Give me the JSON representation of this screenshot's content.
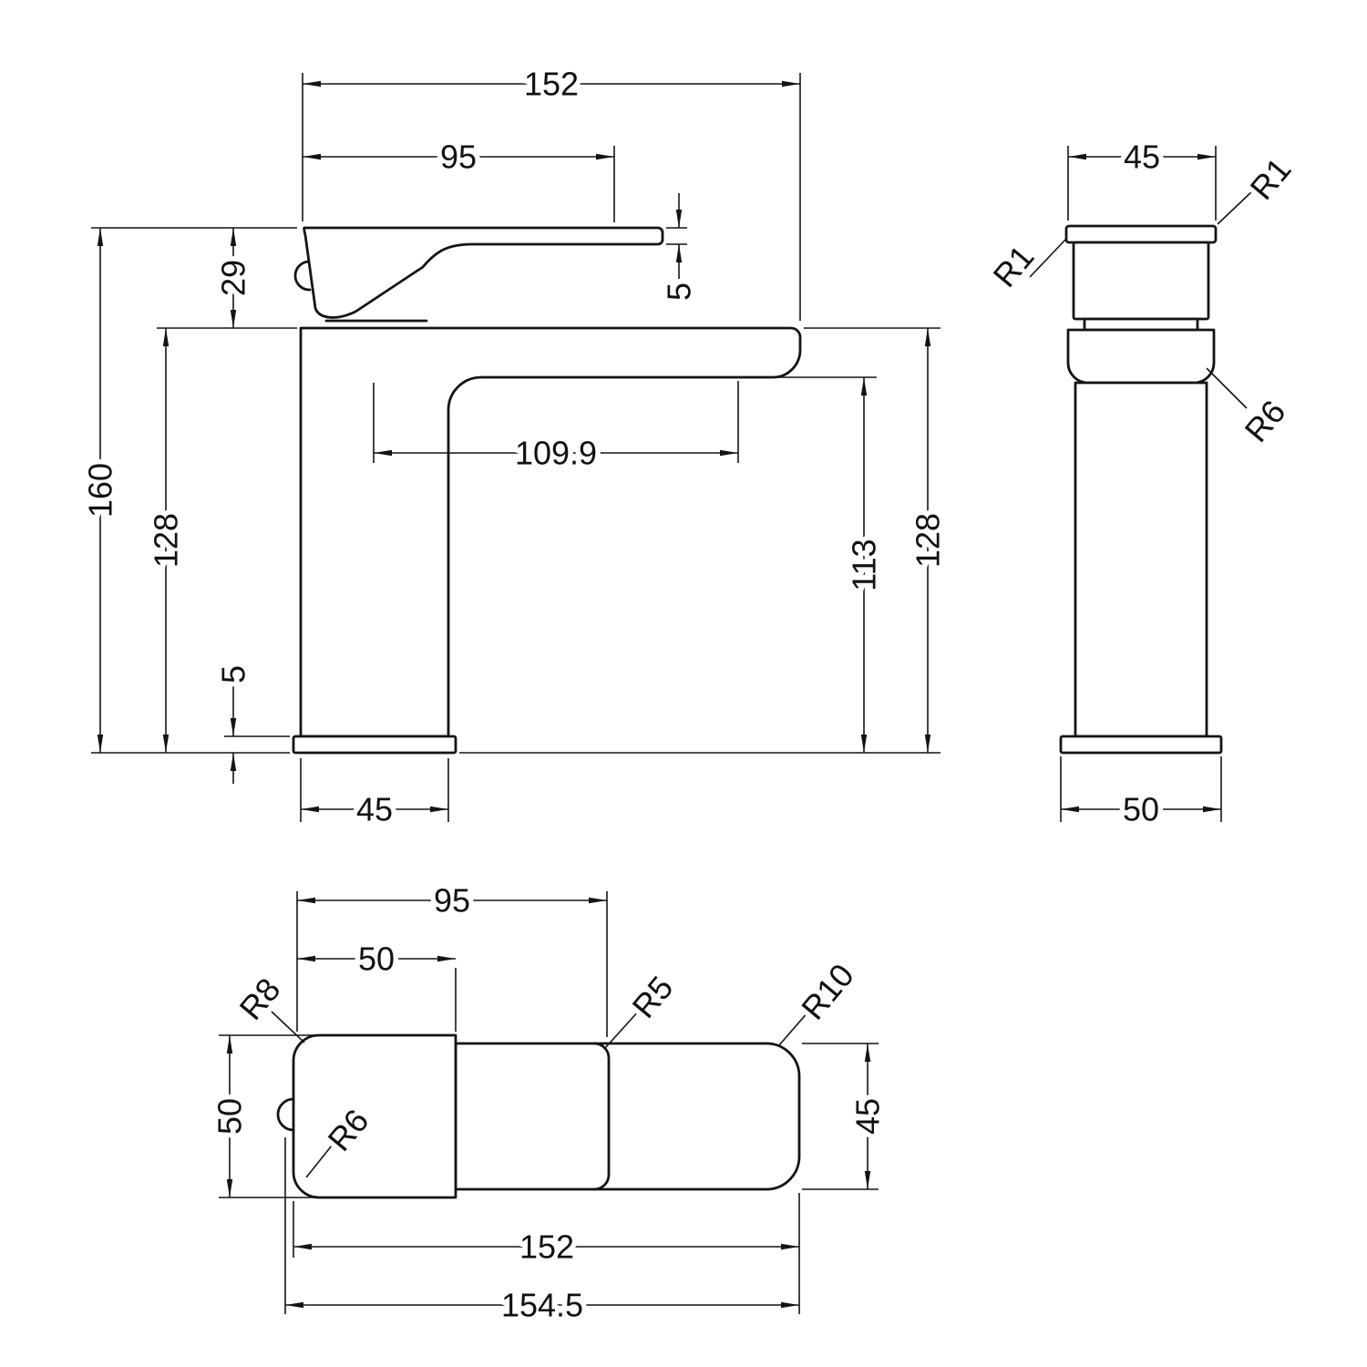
{
  "document": {
    "type": "technical-drawing",
    "background_color": "#ffffff",
    "line_color": "#141414"
  },
  "front_view": {
    "overall_width": "152",
    "handle_length": "95",
    "handle_height": "29",
    "spout_tip_thickness": "5",
    "overall_height": "160",
    "deck_height": "128",
    "base_plate_height": "5",
    "column_width": "45",
    "spout_reach": "109.9",
    "spout_clearance": "113",
    "body_height": "128"
  },
  "side_view": {
    "handle_width": "45",
    "base_width": "50",
    "radius_top_right": "R1",
    "radius_top_left": "R1",
    "radius_body": "R6"
  },
  "plan_view": {
    "handle_length": "95",
    "handle_width": "50",
    "body_depth": "50",
    "spout_depth": "45",
    "body_length": "152",
    "overall_length": "154.5",
    "radius_body_corner": "R8",
    "radius_handle_end": "R5",
    "radius_spout_end": "R10",
    "radius_base_corner": "R6"
  }
}
